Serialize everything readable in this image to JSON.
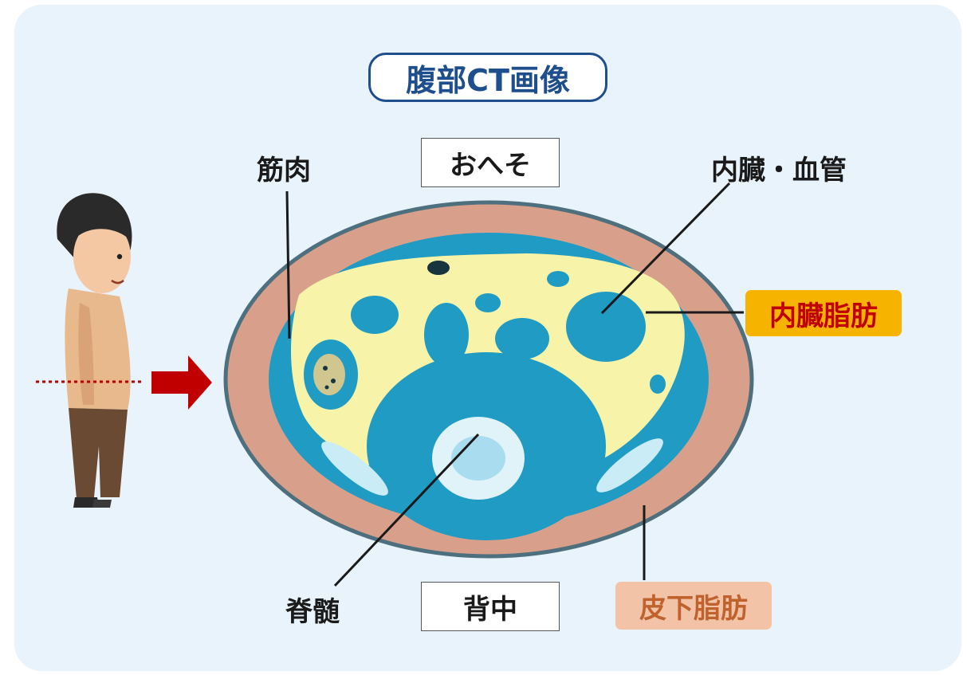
{
  "title": "腹部CT画像",
  "labels": {
    "muscle": "筋肉",
    "navel": "おへそ",
    "organs_vessels": "内臓・血管",
    "visceral_fat": "内臓脂肪",
    "spinal_cord": "脊髄",
    "back": "背中",
    "subcutaneous_fat": "皮下脂肪"
  },
  "colors": {
    "background": "#e8f3fb",
    "title": "#1f4e8c",
    "visceral_fat_bg": "#f6b400",
    "visceral_fat_text": "#c00000",
    "subcutaneous_fat_bg": "#f2c3a6",
    "subcutaneous_fat_text": "#c0622e",
    "arrow": "#c00000",
    "ct_fat_subcutaneous": "#d9a08a",
    "ct_muscle": "#1f9bc4",
    "ct_visceral_fat": "#f7f3a8"
  },
  "icons": [
    "person-illustration",
    "right-arrow-icon",
    "ct-scan-image"
  ]
}
